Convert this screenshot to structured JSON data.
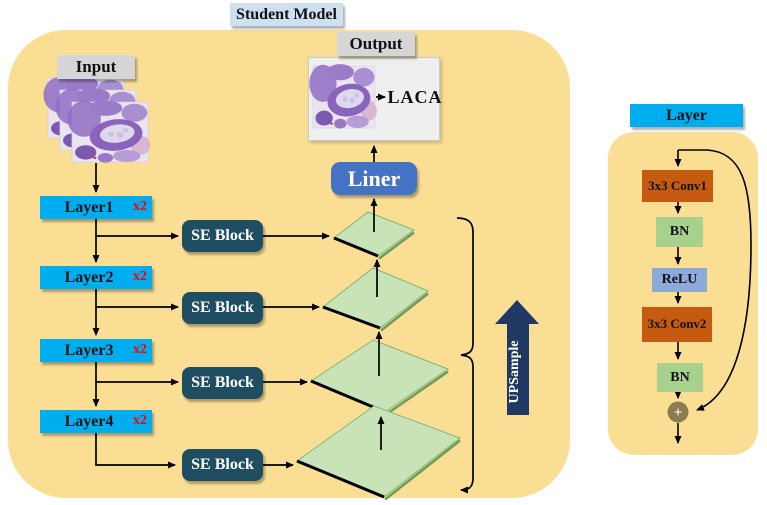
{
  "title": "Student Model",
  "input": {
    "label": "Input"
  },
  "output": {
    "label": "Output",
    "annotation": "LACA"
  },
  "liner": {
    "label": "Liner"
  },
  "layers": [
    {
      "label": "Layer1",
      "mult": "x2"
    },
    {
      "label": "Layer2",
      "mult": "x2"
    },
    {
      "label": "Layer3",
      "mult": "x2"
    },
    {
      "label": "Layer4",
      "mult": "x2"
    }
  ],
  "se_blocks": [
    {
      "label": "SE Block"
    },
    {
      "label": "SE Block"
    },
    {
      "label": "SE Block"
    },
    {
      "label": "SE Block"
    }
  ],
  "upsample": {
    "label": "UPSample"
  },
  "layer_detail": {
    "header": "Layer",
    "blocks": [
      {
        "label": "3x3 Conv1"
      },
      {
        "label": "BN"
      },
      {
        "label": "ReLU"
      },
      {
        "label": "3x3 Conv2"
      },
      {
        "label": "BN"
      }
    ],
    "add_symbol": "+"
  },
  "colors": {
    "panel_bg": "#F9DE94",
    "layer_cyan": "#00AEEF",
    "se_navy": "#1F4E63",
    "liner_blue": "#4472C4",
    "upsample_navy": "#1F3864",
    "diamond_green": "#C9E3B8",
    "diamond_edge": "#85B475",
    "conv_orange": "#C55A11",
    "bn_green": "#A9D18E",
    "relu_blue": "#8EAADB",
    "add_olive": "#8A7B50",
    "label_gray": "#D6D6D6",
    "title_blue": "#CFE0F0",
    "mult_red": "#FF0000"
  }
}
